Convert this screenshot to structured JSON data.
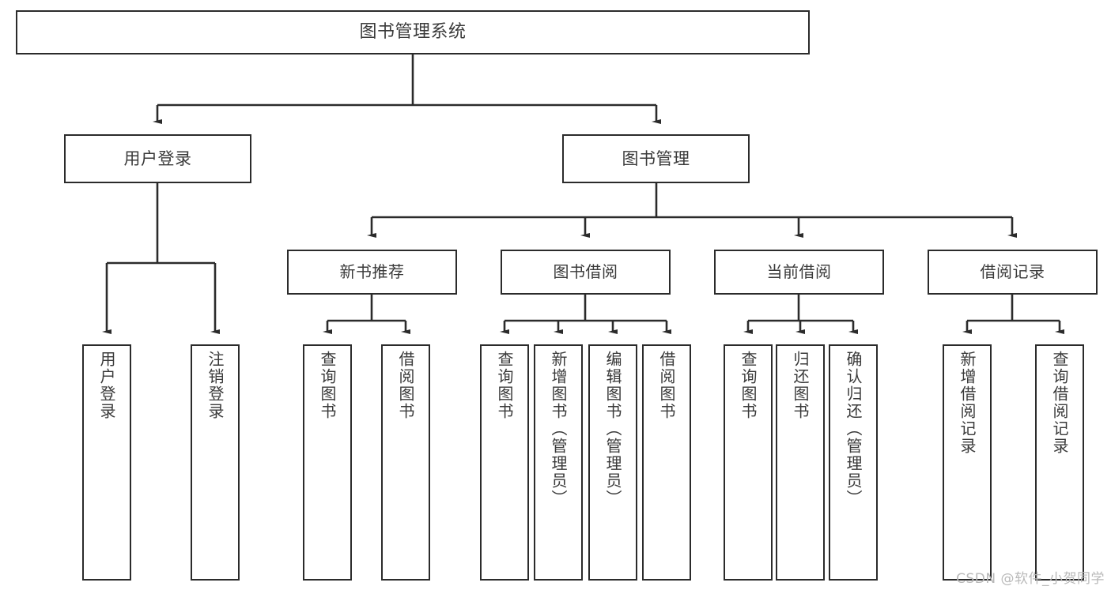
{
  "diagram": {
    "title": "图书管理系统",
    "type": "tree-hierarchy-diagram",
    "watermark": "CSDN @软件_小贺同学",
    "colors": {
      "box_border": "#2b2b2b",
      "box_fill": "#ffffff",
      "text": "#3a3a3a",
      "connector": "#2b2b2b",
      "watermark": "#b9b9b9",
      "background": "#ffffff"
    },
    "nodes": {
      "root": {
        "label": "图书管理系统"
      },
      "level1": [
        {
          "label": "用户登录"
        },
        {
          "label": "图书管理"
        }
      ],
      "level2": [
        {
          "label": "新书推荐"
        },
        {
          "label": "图书借阅"
        },
        {
          "label": "当前借阅"
        },
        {
          "label": "借阅记录"
        }
      ],
      "leaves": {
        "user_login": [
          {
            "label": "用户登录"
          },
          {
            "label": "注销登录"
          }
        ],
        "new_book_recommend": [
          {
            "label": "查询图书"
          },
          {
            "label": "借阅图书"
          }
        ],
        "book_borrow": [
          {
            "label": "查询图书"
          },
          {
            "label": "新增图书（管理员）"
          },
          {
            "label": "编辑图书（管理员）"
          },
          {
            "label": "借阅图书"
          }
        ],
        "current_borrow": [
          {
            "label": "查询图书"
          },
          {
            "label": "归还图书"
          },
          {
            "label": "确认归还（管理员）"
          }
        ],
        "borrow_record": [
          {
            "label": "新增借阅记录"
          },
          {
            "label": "查询借阅记录"
          }
        ]
      }
    }
  }
}
